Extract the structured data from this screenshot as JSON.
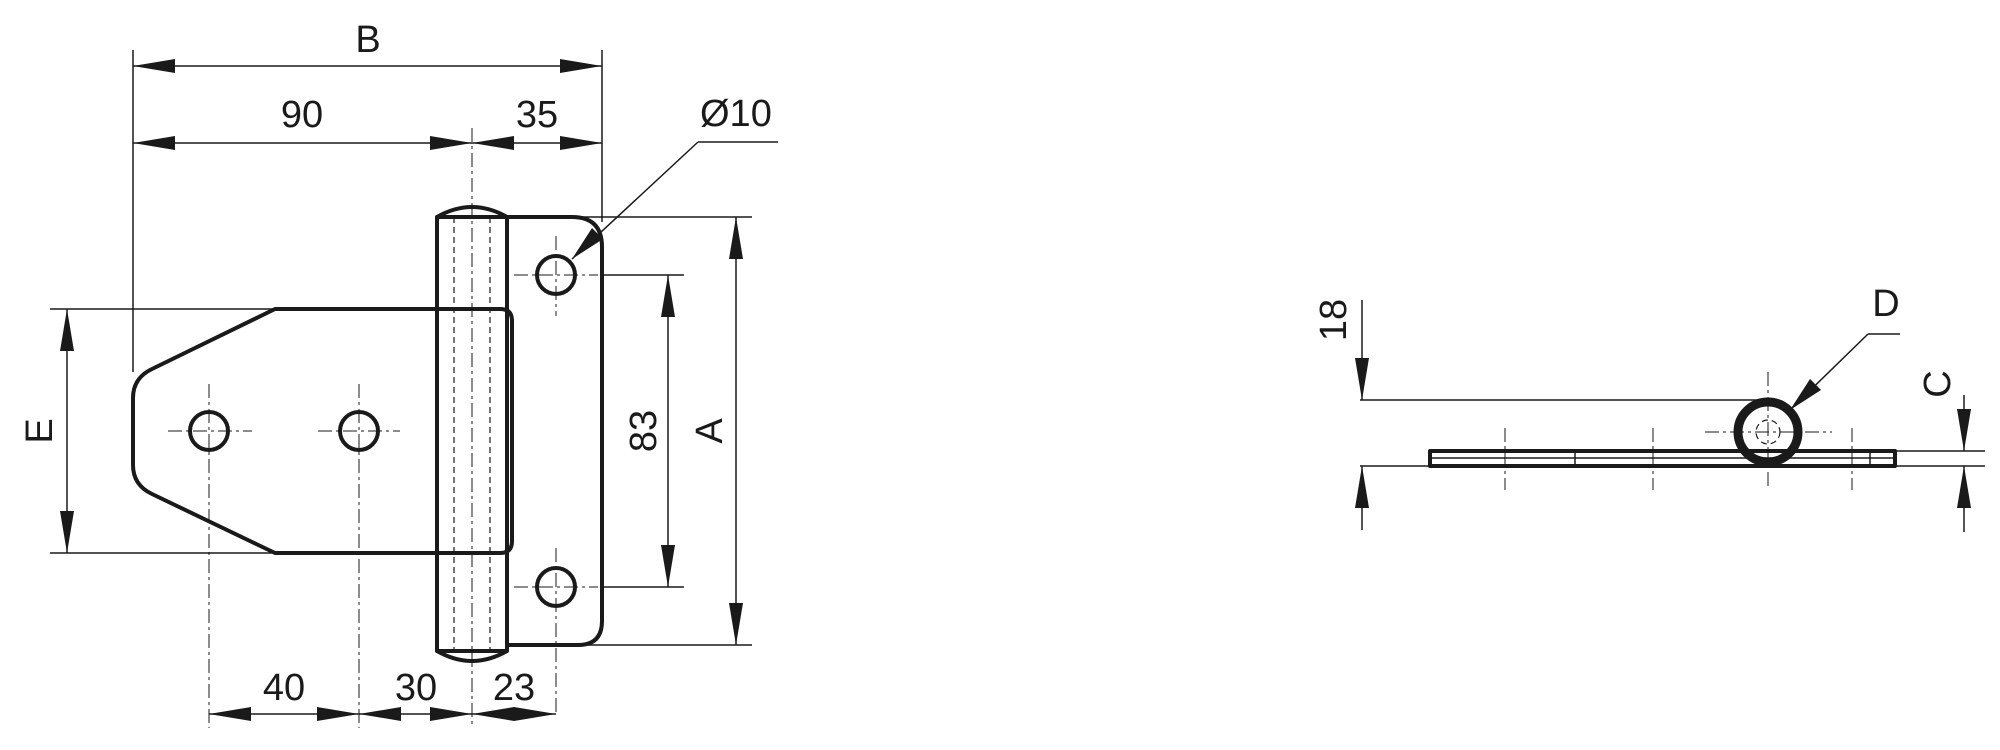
{
  "front_view": {
    "label_B": "B",
    "dim_90": "90",
    "dim_35": "35",
    "dim_hole": "Ø10",
    "label_E": "E",
    "dim_83": "83",
    "label_A": "A",
    "dim_40": "40",
    "dim_30": "30",
    "dim_23": "23"
  },
  "side_view": {
    "dim_18": "18",
    "label_D": "D",
    "label_C": "C"
  }
}
